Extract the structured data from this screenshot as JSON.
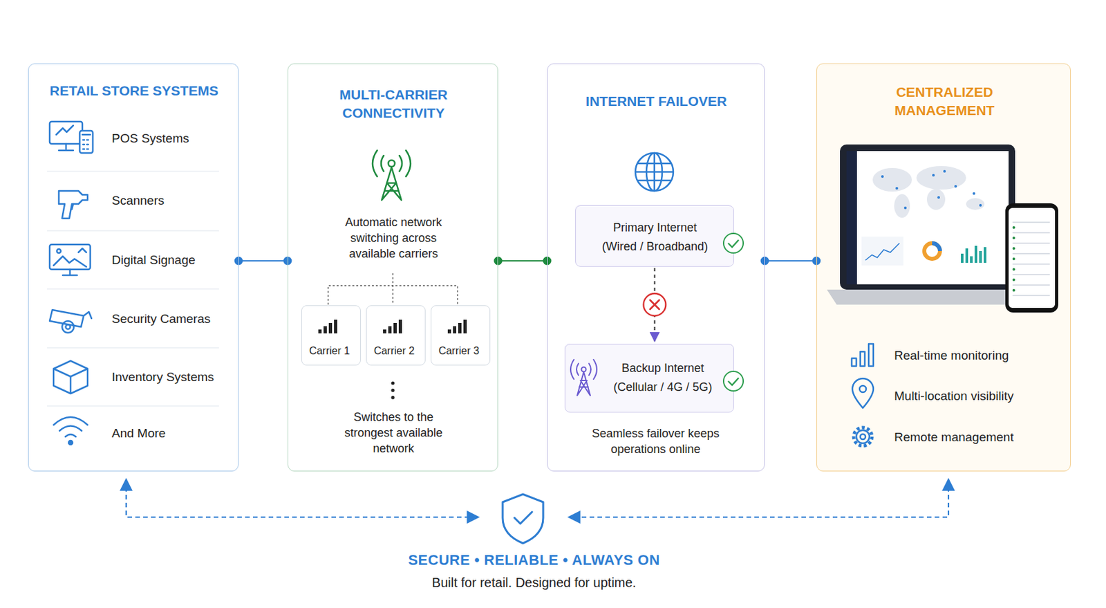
{
  "diagram": {
    "caption": "Built for retail. Designed for uptime.",
    "nodes": [
      {
        "text": [
          "RETAIL STORE SYSTEMS",
          "POS Systems",
          "Scanners",
          "Digital Signage",
          "Security Cameras",
          "Inventory Systems",
          "And More"
        ]
      },
      {
        "text": [
          "MULTI-CARRIER CONNECTIVITY",
          "Automatic network switching across available carriers",
          "Switches to the strongest available network"
        ]
      },
      {
        "text": [
          "Carrier 1"
        ],
        "in": 1
      },
      {
        "text": [
          "Carrier 2"
        ],
        "in": 1
      },
      {
        "text": [
          "Carrier 3"
        ],
        "in": 1
      },
      {
        "text": [
          "INTERNET FAILOVER",
          "Seamless failover keeps operations online"
        ]
      },
      {
        "text": [
          "Primary Internet",
          "(Wired / Broadband)"
        ],
        "in": 5
      },
      {
        "text": [
          "Backup Internet",
          "(Cellular / 4G / 5G)"
        ],
        "in": 5
      },
      {
        "text": [
          "CENTRALIZED MANAGEMENT",
          "Real-time monitoring",
          "Multi-location visibility",
          "Remote management"
        ]
      }
    ],
    "edges": [
      {
        "from": 0,
        "to": 1,
        "arrow": "none"
      },
      {
        "from": 1,
        "to": 5,
        "arrow": "none"
      },
      {
        "from": 5,
        "to": 8,
        "arrow": "none"
      },
      {
        "from": 6,
        "to": 7,
        "arrow": "to"
      }
    ],
    "labels": [
      "SECURE • RELIABLE • ALWAYS ON"
    ]
  }
}
